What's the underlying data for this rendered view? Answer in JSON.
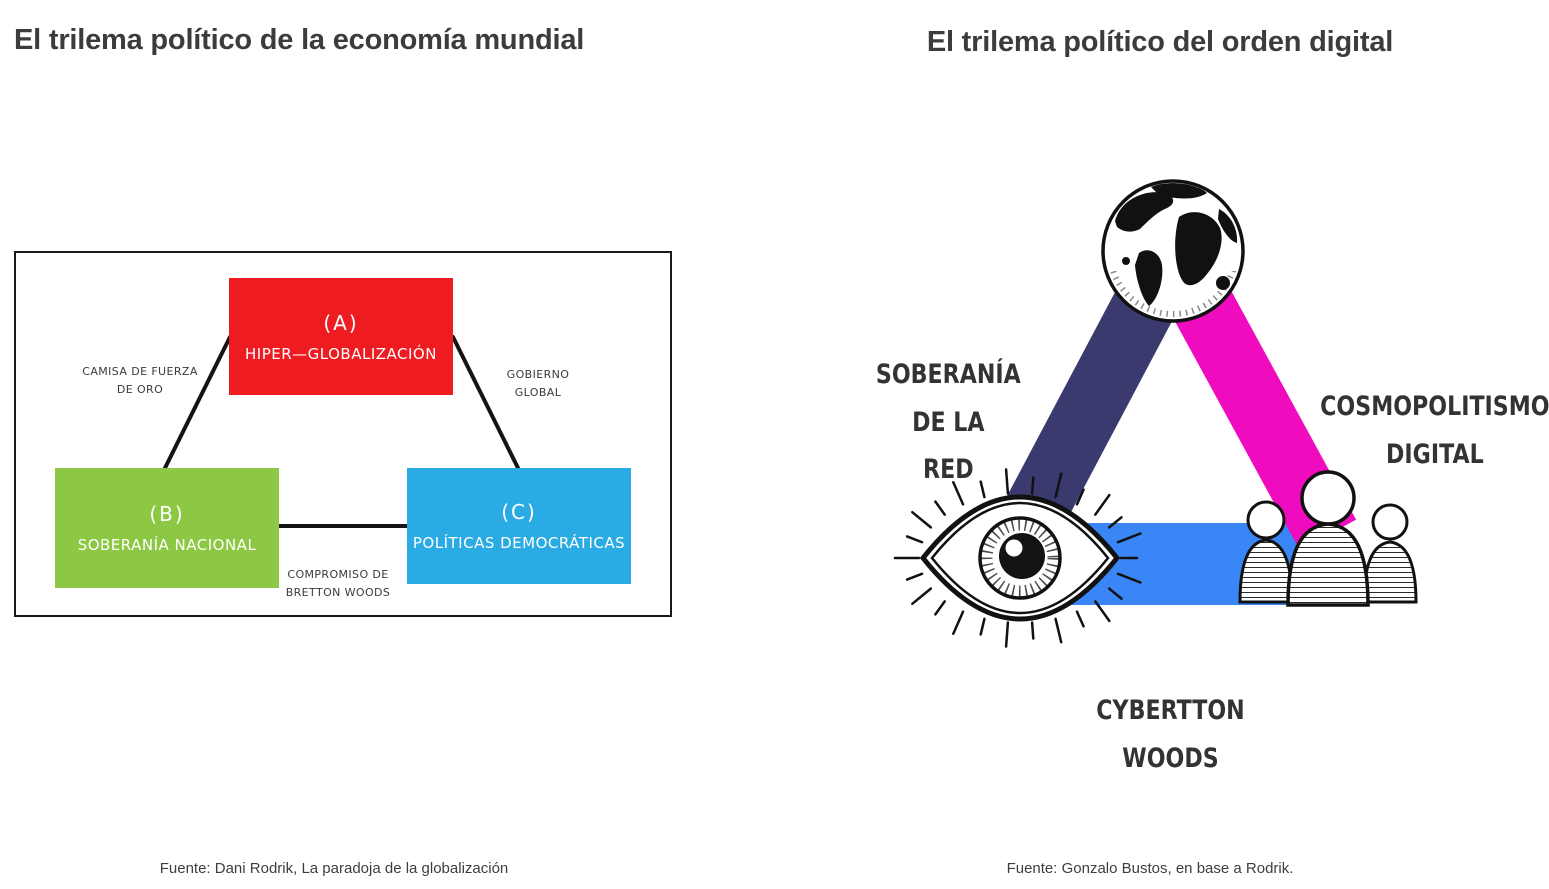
{
  "left_panel": {
    "title": "El trilema político de la economía mundial",
    "source": "Fuente: Dani Rodrik, La paradoja de la globalización",
    "nodes": {
      "a_tag": "(A)",
      "a_label": "HIPER—GLOBALIZACIÓN",
      "b_tag": "(B)",
      "b_label": "SOBERANÍA NACIONAL",
      "c_tag": "(C)",
      "c_label": "POLÍTICAS DEMOCRÁTICAS"
    },
    "edge_labels": {
      "left": "CAMISA DE FUERZA\nDE ORO",
      "right": "GOBIERNO\nGLOBAL",
      "bottom": "COMPROMISO DE\nBRETTON WOODS"
    },
    "colors": {
      "a": "#ee1c20",
      "b": "#8cc843",
      "c": "#2babe3"
    }
  },
  "right_panel": {
    "title": "El trilema político del orden digital",
    "source": "Fuente: Gonzalo Bustos, en base a Rodrik.",
    "vertex_icons": {
      "top": "globe-icon",
      "bottom_left": "eye-icon",
      "bottom_right": "people-icon"
    },
    "edge_labels": {
      "left": "SOBERANÍA\nDE LA\nRED",
      "right": "COSMOPOLITISMO\nDIGITAL",
      "bottom": "CYBERTTON\nWOODS"
    },
    "colors": {
      "left_bar": "#3b3a6f",
      "right_bar": "#ee0cbe",
      "bottom_bar": "#3b86f6"
    }
  }
}
